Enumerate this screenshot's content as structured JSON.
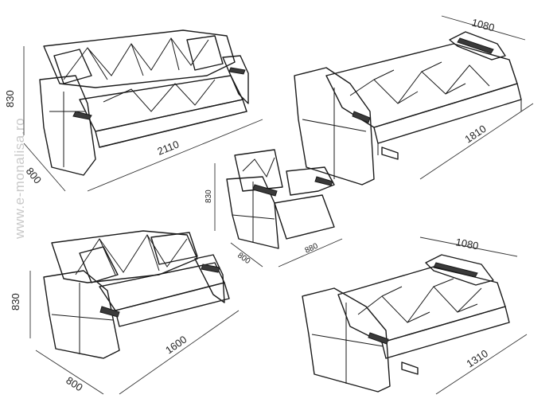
{
  "watermark": "www.e-monalisa.ro",
  "views": [
    {
      "id": "sofa3",
      "labels": {
        "height": "830",
        "depth": "800",
        "length": "2110"
      }
    },
    {
      "id": "sofa3-bed",
      "labels": {
        "bed_depth": "1080",
        "bed_length": "1810"
      }
    },
    {
      "id": "armchair",
      "labels": {
        "height": "830",
        "depth": "800",
        "width": "880"
      }
    },
    {
      "id": "sofa2",
      "labels": {
        "height": "830",
        "depth": "800",
        "length": "1600"
      }
    },
    {
      "id": "sofa2-bed",
      "labels": {
        "bed_depth": "1080",
        "bed_length": "1310"
      }
    }
  ]
}
